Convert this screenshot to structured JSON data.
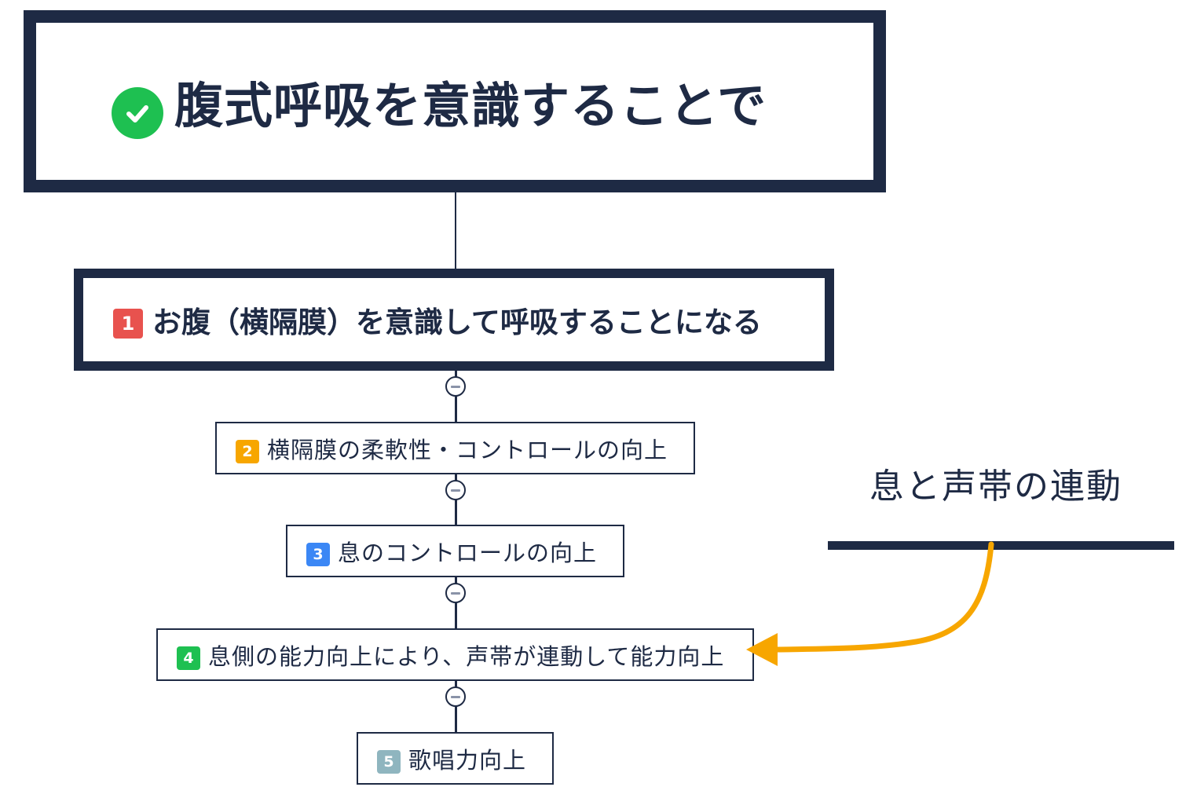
{
  "root": {
    "title": "腹式呼吸を意識することで",
    "icon": "check-circle-icon",
    "icon_color": "#1ec051"
  },
  "level1": {
    "badge": "1",
    "badge_color": "#e8524e",
    "label": "お腹（横隔膜）を意識して呼吸することになる"
  },
  "nodes": [
    {
      "badge": "2",
      "badge_color": "#f7a600",
      "label": "横隔膜の柔軟性・コントロールの向上"
    },
    {
      "badge": "3",
      "badge_color": "#3b87f5",
      "label": "息のコントロールの向上"
    },
    {
      "badge": "4",
      "badge_color": "#1ec051",
      "label": "息側の能力向上により、声帯が連動して能力向上"
    },
    {
      "badge": "5",
      "badge_color": "#8fb5bf",
      "label": "歌唱力向上"
    }
  ],
  "annotation": {
    "label": "息と声帯の連動",
    "arrow_color": "#f7a600"
  },
  "colors": {
    "border": "#1e2a44",
    "text": "#1e2a44"
  }
}
